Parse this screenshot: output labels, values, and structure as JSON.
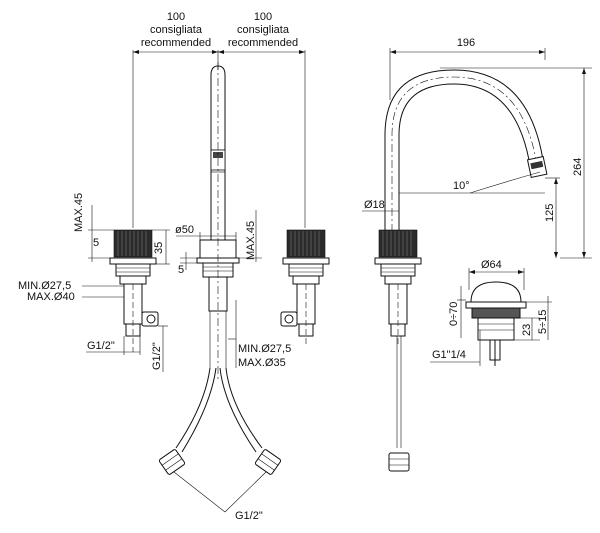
{
  "labels": {
    "top_left_value": "100",
    "top_left_l1": "consigliata",
    "top_left_l2": "recommended",
    "top_right_value": "100",
    "top_right_l1": "consigliata",
    "top_right_l2": "recommended",
    "max45_left": "MAX.45",
    "five_left": "5",
    "thirty_five": "35",
    "min_27_left": "MIN.Ø27,5",
    "max_40": "MAX.Ø40",
    "g12_left": "G1/2\"",
    "g12_vertical": "G1/2\"",
    "phi50": "ø50",
    "max45_center": "MAX.45",
    "five_center": "5",
    "min_27_center": "MIN.Ø27,5",
    "max_35": "MAX.Ø35",
    "g12_bottom": "G1/2\"",
    "w196": "196",
    "h264": "264",
    "angle10": "10°",
    "d18": "Ø18",
    "h125": "125",
    "d64": "Ø64",
    "r0_70": "0÷70",
    "h23": "23",
    "r5_15": "5÷15",
    "g1_1_4": "G1\"1/4"
  }
}
